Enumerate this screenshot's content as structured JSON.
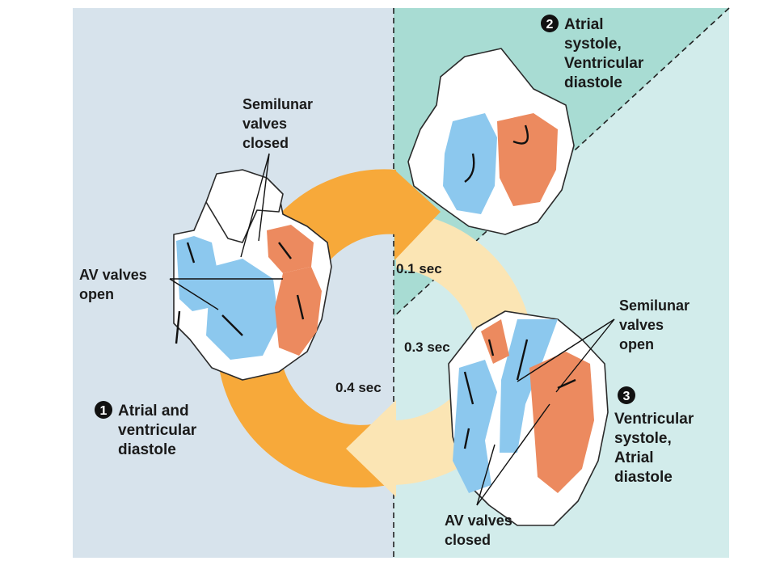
{
  "colors": {
    "left_panel": "#d7e3ec",
    "right_panel": "#d2eceb",
    "top_right_triangle": "#a8dcd3",
    "ring_orange": "#f7a93a",
    "ring_pale": "#fbe5b4",
    "blood_blue": "#8cc8ee",
    "blood_red": "#ec8a5f"
  },
  "phases": [
    {
      "number": "1",
      "title_lines": [
        "Atrial and",
        "ventricular",
        "diastole"
      ]
    },
    {
      "number": "2",
      "title_lines": [
        "Atrial",
        "systole,",
        "Ventricular",
        "diastole"
      ]
    },
    {
      "number": "3",
      "title_lines": [
        "Ventricular",
        "systole,",
        "Atrial",
        "diastole"
      ]
    }
  ],
  "labels": {
    "semilunar_closed": [
      "Semilunar",
      "valves",
      "closed"
    ],
    "av_open": [
      "AV valves",
      "open"
    ],
    "semilunar_open": [
      "Semilunar",
      "valves",
      "open"
    ],
    "av_closed": [
      "AV valves",
      "closed"
    ]
  },
  "times": {
    "t01": "0.1 sec",
    "t03": "0.3 sec",
    "t04": "0.4 sec"
  }
}
